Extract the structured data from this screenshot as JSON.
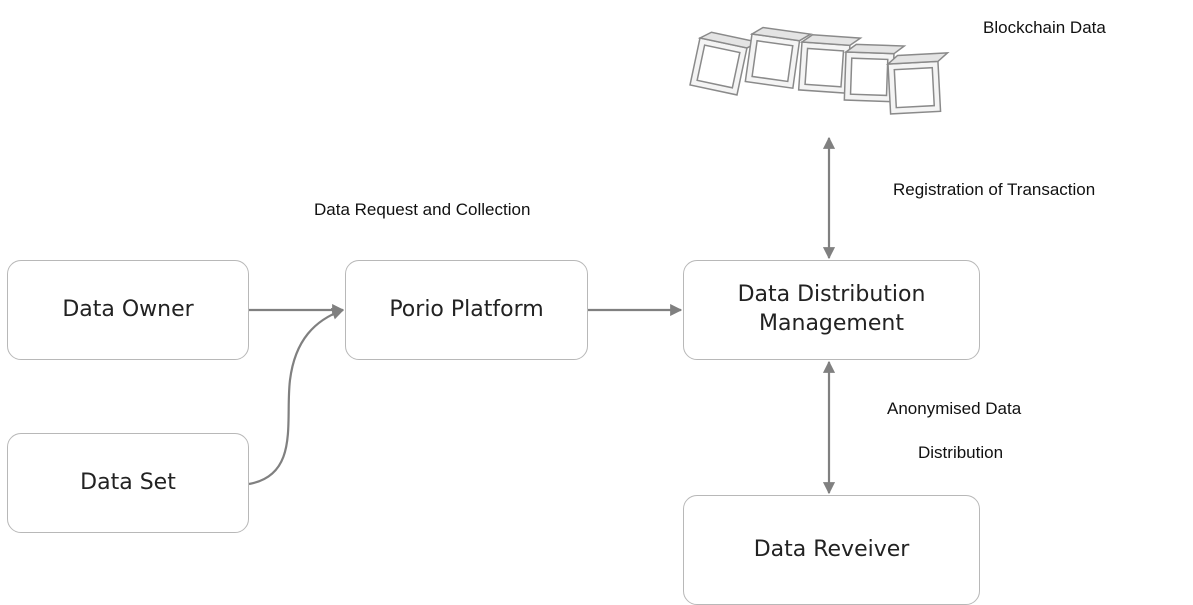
{
  "nodes": {
    "data_owner": "Data Owner",
    "data_set": "Data Set",
    "porio_platform": "Porio Platform",
    "data_distribution_management": "Data Distribution\nManagement",
    "data_receiver": "Data Reveiver"
  },
  "labels": {
    "blockchain_data": "Blockchain Data",
    "registration": "Registration of Transaction",
    "data_request": "Data Request and Collection",
    "anonymised_line1": "Anonymised Data",
    "anonymised_line2": "Distribution"
  },
  "colors": {
    "arrow": "#808080",
    "box_border": "#b8b8b8"
  }
}
